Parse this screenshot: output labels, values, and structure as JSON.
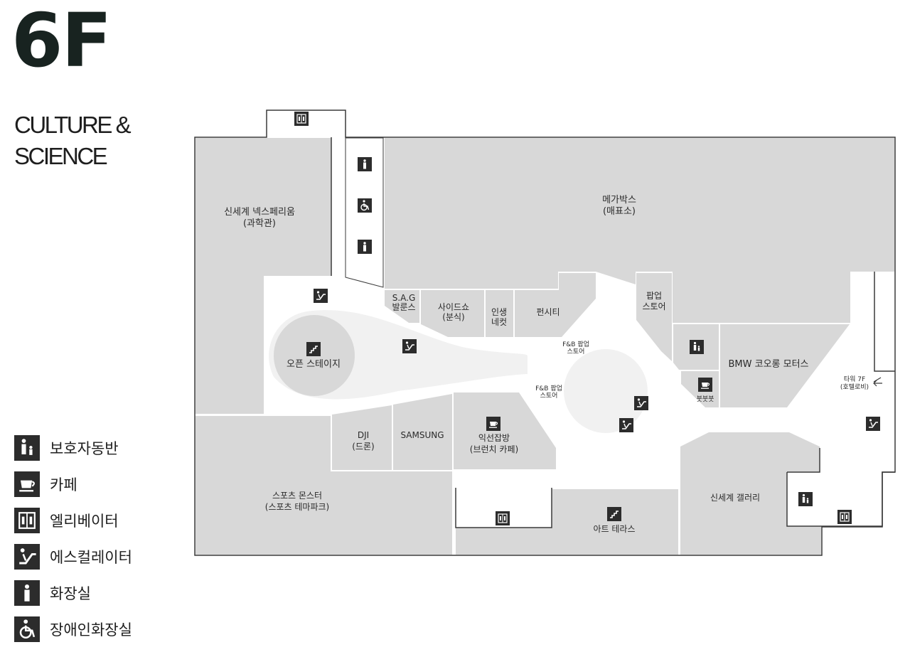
{
  "floor": {
    "number": "6F",
    "theme_lines": [
      "CULTURE &",
      "SCIENCE"
    ]
  },
  "legend": [
    {
      "id": "family",
      "icon": "family-icon",
      "label": "보호자동반"
    },
    {
      "id": "cafe",
      "icon": "cafe-icon",
      "label": "카페"
    },
    {
      "id": "elevator",
      "icon": "elevator-icon",
      "label": "엘리베이터"
    },
    {
      "id": "escalator",
      "icon": "escalator-icon",
      "label": "에스컬레이터"
    },
    {
      "id": "restroom",
      "icon": "restroom-icon",
      "label": "화장실"
    },
    {
      "id": "accessible",
      "icon": "accessible-restroom-icon",
      "label": "장애인화장실"
    }
  ],
  "zones": {
    "nexpherium": [
      "신세계 넥스페리움",
      "(과학관)"
    ],
    "megabox": [
      "메가박스",
      "(매표소)"
    ],
    "sag": [
      "S.A.G",
      "발룬스"
    ],
    "sideshow": [
      "사이드쇼",
      "(분식)"
    ],
    "insaeng": [
      "인생",
      "네컷"
    ],
    "funcity": [
      "펀시티"
    ],
    "popup": [
      "팝업",
      "스토어"
    ],
    "bmw": [
      "BMW 코오롱 모터스"
    ],
    "bbbb": [
      "붓붓붓"
    ],
    "fnb1": [
      "F&B 팝업",
      "스토어"
    ],
    "fnb2": [
      "F&B 팝업",
      "스토어"
    ],
    "open_stage": [
      "오픈 스테이지"
    ],
    "dji": [
      "DJI",
      "(드론)"
    ],
    "samsung": [
      "SAMSUNG"
    ],
    "iksun": [
      "익선잡방",
      "(브런치 카페)"
    ],
    "sports": [
      "스포츠 몬스터",
      "(스포츠 테마파크)"
    ],
    "art_terrace": [
      "아트 테라스"
    ],
    "gallery": [
      "신세계 갤러리"
    ],
    "tower": [
      "타워 7F",
      "(호텔로비)"
    ]
  },
  "colors": {
    "zone_fill": "#d8d8d8",
    "corridor_fill": "#ffffff",
    "outline": "#3a3a3a",
    "atrium_fill": "#f1f1f1",
    "icon_bg": "#2c2c2c",
    "icon_fg": "#ffffff"
  }
}
